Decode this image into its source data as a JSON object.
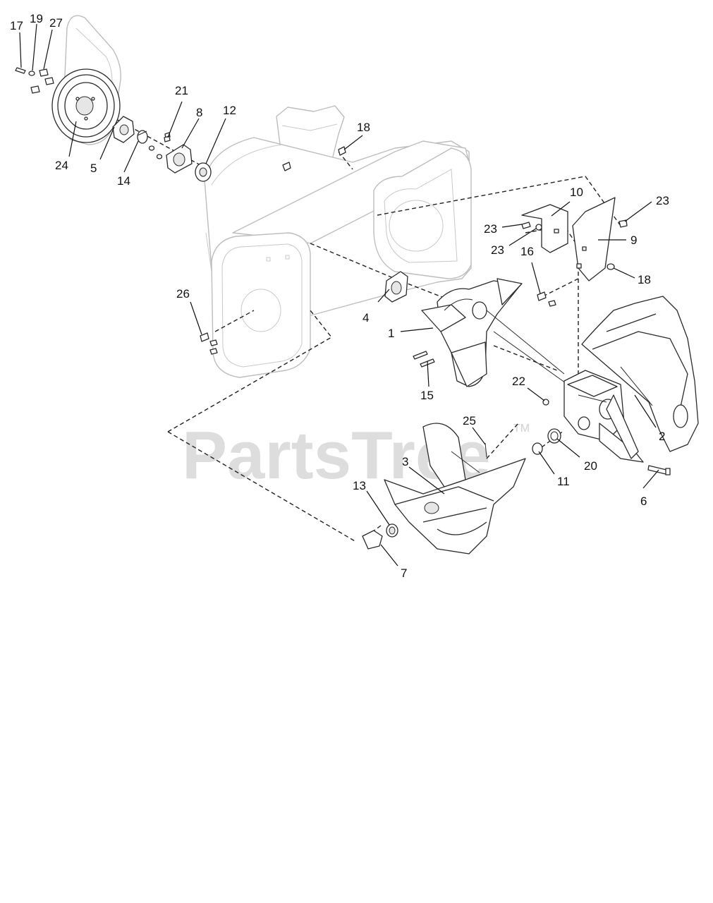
{
  "watermark": {
    "text": "PartsTree",
    "trademark": "TM"
  },
  "callouts": [
    {
      "label": "1"
    },
    {
      "label": "2"
    },
    {
      "label": "3"
    },
    {
      "label": "4"
    },
    {
      "label": "5"
    },
    {
      "label": "6"
    },
    {
      "label": "7"
    },
    {
      "label": "8"
    },
    {
      "label": "9"
    },
    {
      "label": "10"
    },
    {
      "label": "11"
    },
    {
      "label": "12"
    },
    {
      "label": "13"
    },
    {
      "label": "14"
    },
    {
      "label": "15"
    },
    {
      "label": "16"
    },
    {
      "label": "17"
    },
    {
      "label": "18"
    },
    {
      "label": "18"
    },
    {
      "label": "19"
    },
    {
      "label": "20"
    },
    {
      "label": "21"
    },
    {
      "label": "22"
    },
    {
      "label": "23"
    },
    {
      "label": "23"
    },
    {
      "label": "23"
    },
    {
      "label": "24"
    },
    {
      "label": "25"
    },
    {
      "label": "26"
    },
    {
      "label": "27"
    }
  ]
}
